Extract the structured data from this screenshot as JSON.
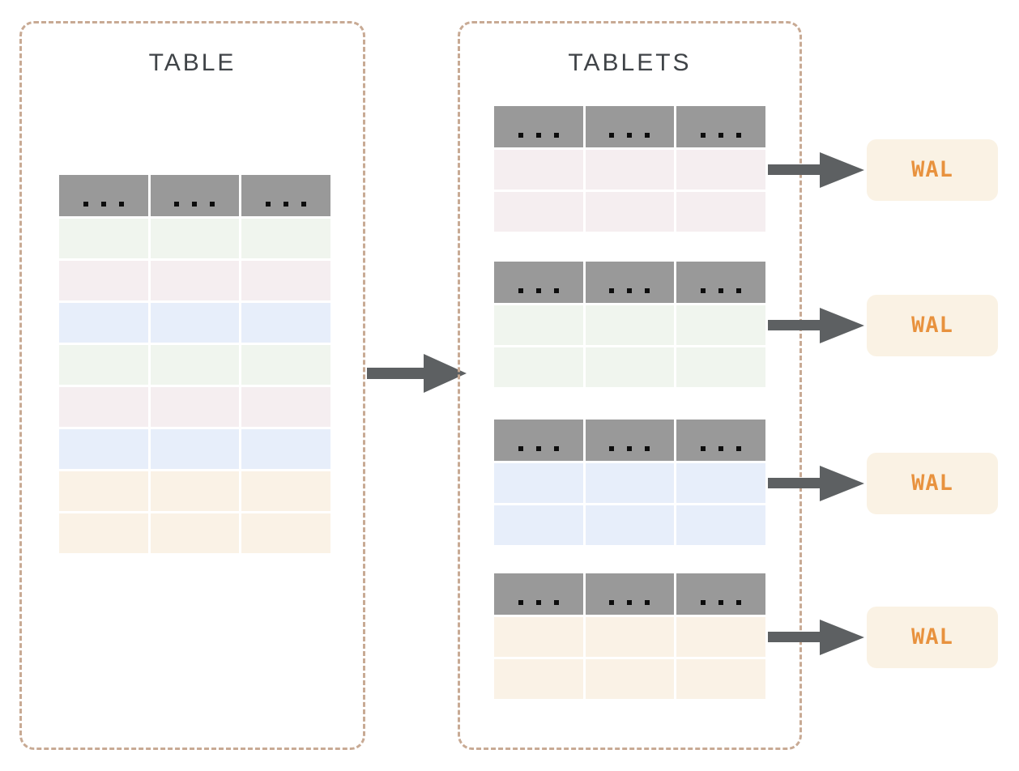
{
  "diagram": {
    "left_panel": {
      "title": "TABLE",
      "header_icon": "ellipsis-icon",
      "columns": 3,
      "row_colors": [
        "green",
        "pink",
        "blue",
        "green",
        "pink",
        "blue",
        "orange",
        "orange"
      ]
    },
    "right_panel": {
      "title": "TABLETS",
      "columns": 3,
      "tablets": [
        {
          "name": "tablet-1",
          "row_color": "pink",
          "rows": 2,
          "wal_label": "WAL"
        },
        {
          "name": "tablet-2",
          "row_color": "green",
          "rows": 2,
          "wal_label": "WAL"
        },
        {
          "name": "tablet-3",
          "row_color": "blue",
          "rows": 2,
          "wal_label": "WAL"
        },
        {
          "name": "tablet-4",
          "row_color": "orange",
          "rows": 2,
          "wal_label": "WAL"
        }
      ]
    },
    "colors": {
      "border_tan": "#c8aa94",
      "header_gray": "#999999",
      "row_green": "#f0f5ee",
      "row_pink": "#f5eef0",
      "row_blue": "#e7eefa",
      "row_orange": "#faf2e6",
      "wal_bg": "#faf2e4",
      "wal_text": "#e8923e",
      "arrow_gray": "#5d6062",
      "title_text": "#3f4347"
    }
  }
}
